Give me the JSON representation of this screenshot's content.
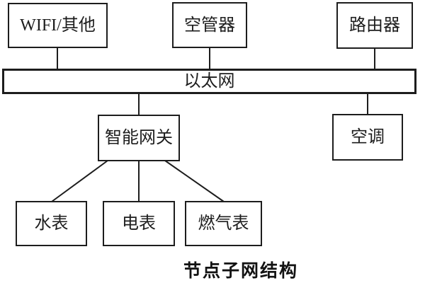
{
  "diagram": {
    "caption": "节点子网结构",
    "bus": {
      "label": "以太网"
    },
    "nodes": {
      "wifi": {
        "label": "WIFI/其他"
      },
      "air_controller": {
        "label": "空管器"
      },
      "router": {
        "label": "路由器"
      },
      "gateway": {
        "label": "智能网关"
      },
      "air_conditioner": {
        "label": "空调"
      },
      "water_meter": {
        "label": "水表"
      },
      "electricity_meter": {
        "label": "电表"
      },
      "gas_meter": {
        "label": "燃气表"
      }
    },
    "edges": [
      "wifi-ethernet",
      "air_controller-ethernet",
      "router-ethernet",
      "ethernet-gateway",
      "ethernet-air_conditioner",
      "gateway-water_meter",
      "gateway-electricity_meter",
      "gateway-gas_meter"
    ],
    "colors": {
      "background": "#ffffff",
      "line": "#1d1d1d",
      "text": "#1d1d1d"
    }
  }
}
